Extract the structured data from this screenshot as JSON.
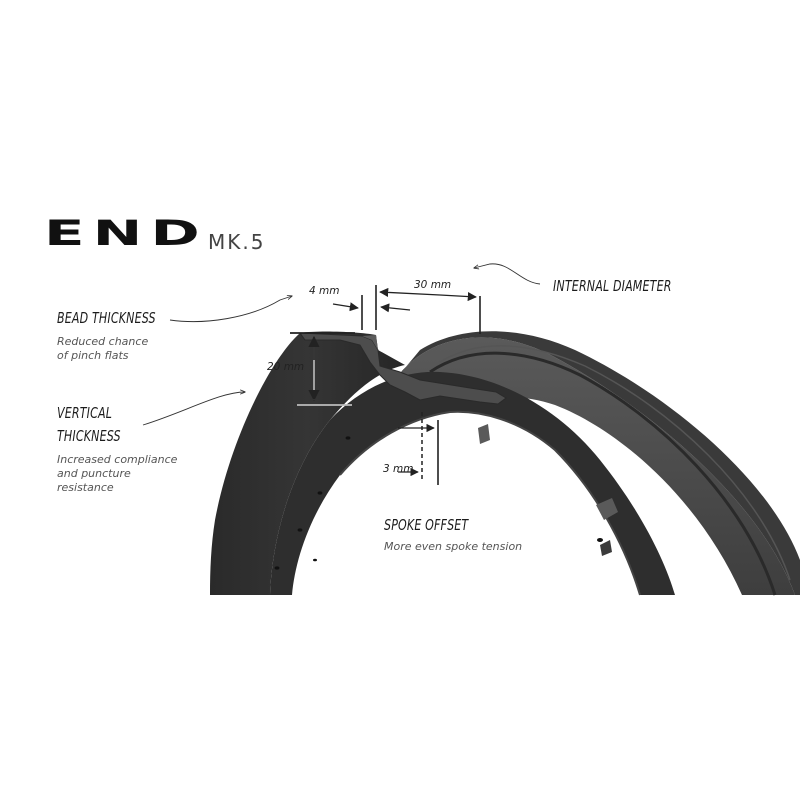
{
  "brand": {
    "name": "END",
    "model": "MK.5"
  },
  "callouts": {
    "bead_thickness": {
      "title": "BEAD THICKNESS",
      "description": "Reduced chance\nof pinch flats"
    },
    "vertical_thickness": {
      "title": "VERTICAL\nTHICKNESS",
      "description": "Increased compliance\nand puncture\nresistance"
    },
    "internal_diameter": {
      "title": "INTERNAL DIAMETER"
    },
    "spoke_offset": {
      "title": "SPOKE OFFSET",
      "description": "More even spoke tension"
    }
  },
  "dimensions": {
    "bead": "4 mm",
    "internal": "30 mm",
    "vertical": "20 mm",
    "offset": "3 mm"
  },
  "colors": {
    "rim_dark": "#2b2b2b",
    "rim_mid": "#4a4a4a",
    "rim_light": "#6a6a6a",
    "text": "#1c1c1c"
  }
}
